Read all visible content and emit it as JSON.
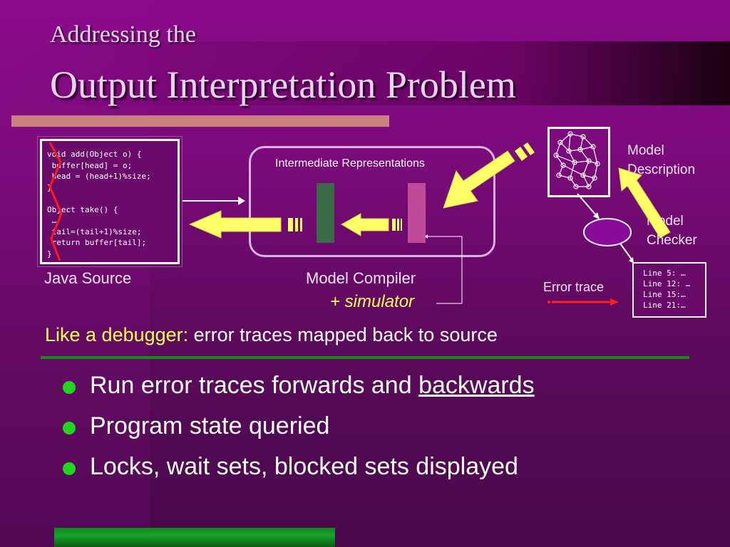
{
  "slide": {
    "title_small": "Addressing the",
    "title_big": "Output Interpretation Problem"
  },
  "diagram": {
    "code_lines": [
      "void add(Object o) {",
      " buffer[head] = o;",
      " head = (head+1)%size;",
      "}",
      "",
      "Object take() {",
      " …",
      " tail=(tail+1)%size;",
      " return buffer[tail];",
      "}"
    ],
    "java_source": "Java Source",
    "intermediate_reps": "Intermediate Representations",
    "model_compiler": "Model Compiler",
    "simulator": "+ simulator",
    "model_description_1": "Model",
    "model_description_2": "Description",
    "model_checker_1": "Model",
    "model_checker_2": "Checker",
    "error_trace": "Error trace",
    "error_lines": [
      "Line 5: …",
      "Line 12: …",
      "Line 15:…",
      "Line 21:…"
    ]
  },
  "summary": {
    "highlight": "Like a debugger:",
    "rest": " error traces mapped back to source"
  },
  "bullets": [
    {
      "text": "Run error traces forwards and ",
      "underlined": "backwards"
    },
    {
      "text": "Program state queried",
      "underlined": ""
    },
    {
      "text": "Locks, wait sets, blocked sets displayed",
      "underlined": ""
    }
  ],
  "colors": {
    "background": "#7a0a7a",
    "arrow": "#ffff66",
    "highlight_text": "#ffff55",
    "bullet": "#1fd61f",
    "error_arrow": "#ff2020"
  }
}
